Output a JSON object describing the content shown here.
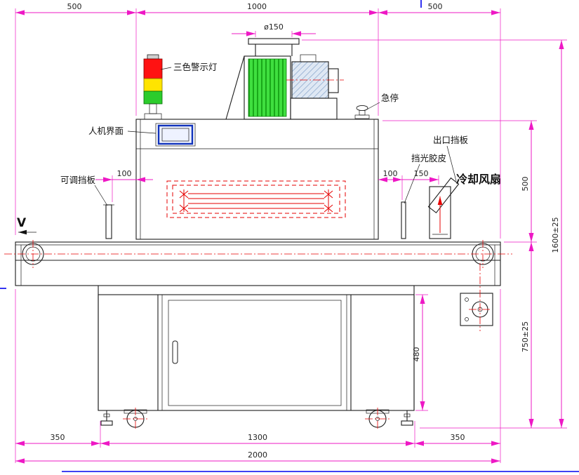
{
  "drawing": {
    "labels": {
      "warning_light": "三色警示灯",
      "hmi": "人机界面",
      "emergency_stop": "急停",
      "outlet_baffle": "出口挡板",
      "light_shield_rubber": "挡光胶皮",
      "cooling_fan": "冷却风扇",
      "adjustable_baffle": "可调挡板",
      "view_marker": "V",
      "duct_diameter": "ø150"
    },
    "dimensions": {
      "top_left_overhang": "500",
      "oven_length": "1000",
      "top_right_overhang": "500",
      "left_baffle_offset": "100",
      "right_shield_offset": "100",
      "fan_offset": "150",
      "oven_height": "500",
      "overall_height": "1600±25",
      "belt_height": "750±25",
      "cabinet_height": "480",
      "bottom_left_overhang": "350",
      "cabinet_width": "1300",
      "bottom_right_overhang": "350",
      "overall_length": "2000"
    },
    "colors": {
      "dimension_magenta": "#ee18c5",
      "outline_black": "#1c1c1c",
      "centerline_red": "#e60000",
      "warning_red": "#ff1212",
      "warning_yellow": "#ffe400",
      "warning_green": "#2ccc2c",
      "grille_green": "#3fdf3f",
      "hmi_blue": "#1133bb",
      "motor_hatch_blue": "#7f9ec7",
      "page_mark_blue": "#0000ee"
    }
  }
}
